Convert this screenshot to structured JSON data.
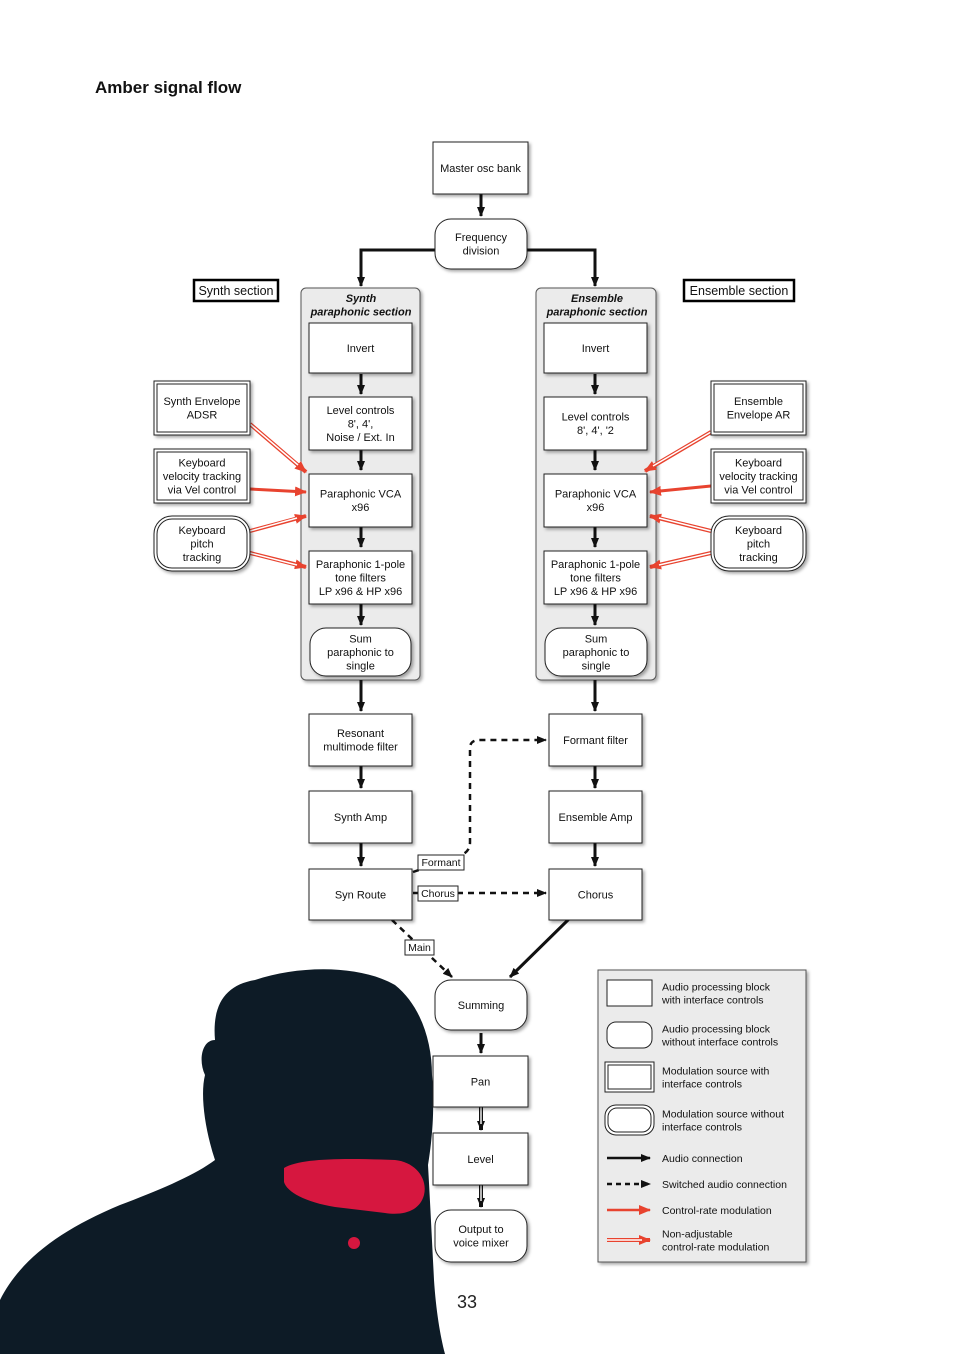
{
  "page": {
    "title": "Amber signal flow",
    "page_number": "33"
  },
  "nodes": {
    "master_osc": [
      "Master osc bank"
    ],
    "freq_div": [
      "Frequency",
      "division"
    ],
    "synth_section_label": [
      "Synth section"
    ],
    "ensemble_section_label": [
      "Ensemble section"
    ],
    "synth_para_title": [
      "Synth",
      "paraphonic section"
    ],
    "ens_para_title": [
      "Ensemble",
      "paraphonic section"
    ],
    "synth_invert": [
      "Invert"
    ],
    "ens_invert": [
      "Invert"
    ],
    "synth_level": [
      "Level controls",
      "8', 4',",
      "Noise / Ext. In"
    ],
    "ens_level": [
      "Level controls",
      "8', 4', '2"
    ],
    "synth_vca": [
      "Paraphonic VCA",
      "x96"
    ],
    "ens_vca": [
      "Paraphonic VCA",
      "x96"
    ],
    "synth_filter": [
      "Paraphonic 1-pole",
      "tone filters",
      "LP x96 & HP x96"
    ],
    "ens_filter": [
      "Paraphonic 1-pole",
      "tone filters",
      "LP x96 & HP x96"
    ],
    "synth_sum": [
      "Sum",
      "paraphonic to",
      "single"
    ],
    "ens_sum": [
      "Sum",
      "paraphonic to",
      "single"
    ],
    "synth_env": [
      "Synth Envelope",
      "ADSR"
    ],
    "synth_vel": [
      "Keyboard",
      "velocity tracking",
      "via Vel control"
    ],
    "synth_pitch": [
      "Keyboard",
      "pitch",
      "tracking"
    ],
    "ens_env": [
      "Ensemble",
      "Envelope AR"
    ],
    "ens_vel": [
      "Keyboard",
      "velocity tracking",
      "via Vel control"
    ],
    "ens_pitch": [
      "Keyboard",
      "pitch",
      "tracking"
    ],
    "resonant": [
      "Resonant",
      "multimode filter"
    ],
    "formant": [
      "Formant filter"
    ],
    "synth_amp": [
      "Synth Amp"
    ],
    "ens_amp": [
      "Ensemble Amp"
    ],
    "syn_route": [
      "Syn Route"
    ],
    "chorus": [
      "Chorus"
    ],
    "summing": [
      "Summing"
    ],
    "pan": [
      "Pan"
    ],
    "level": [
      "Level"
    ],
    "output": [
      "Output to",
      "voice mixer"
    ]
  },
  "route_labels": {
    "formant": "Formant",
    "chorus": "Chorus",
    "main": "Main"
  },
  "legend": [
    {
      "shape": "block-square",
      "lines": [
        "Audio processing block",
        "with interface controls"
      ]
    },
    {
      "shape": "block-rounded",
      "lines": [
        "Audio processing block",
        "without interface controls"
      ]
    },
    {
      "shape": "mod-square",
      "lines": [
        "Modulation source with",
        "interface controls"
      ]
    },
    {
      "shape": "mod-rounded",
      "lines": [
        "Modulation source without",
        "interface controls"
      ]
    },
    {
      "shape": "audio-arrow",
      "lines": [
        "Audio connection"
      ]
    },
    {
      "shape": "switched-arrow",
      "lines": [
        "Switched audio connection"
      ]
    },
    {
      "shape": "control-arrow",
      "lines": [
        "Control-rate modulation"
      ]
    },
    {
      "shape": "nonadj-arrow",
      "lines": [
        "Non-adjustable",
        "control-rate modulation"
      ]
    }
  ],
  "colors": {
    "line": "#111111",
    "modulation": "#e8432f",
    "section_fill": "#ebebeb",
    "silhouette": "#0d1b26",
    "accent": "#d6173f"
  }
}
